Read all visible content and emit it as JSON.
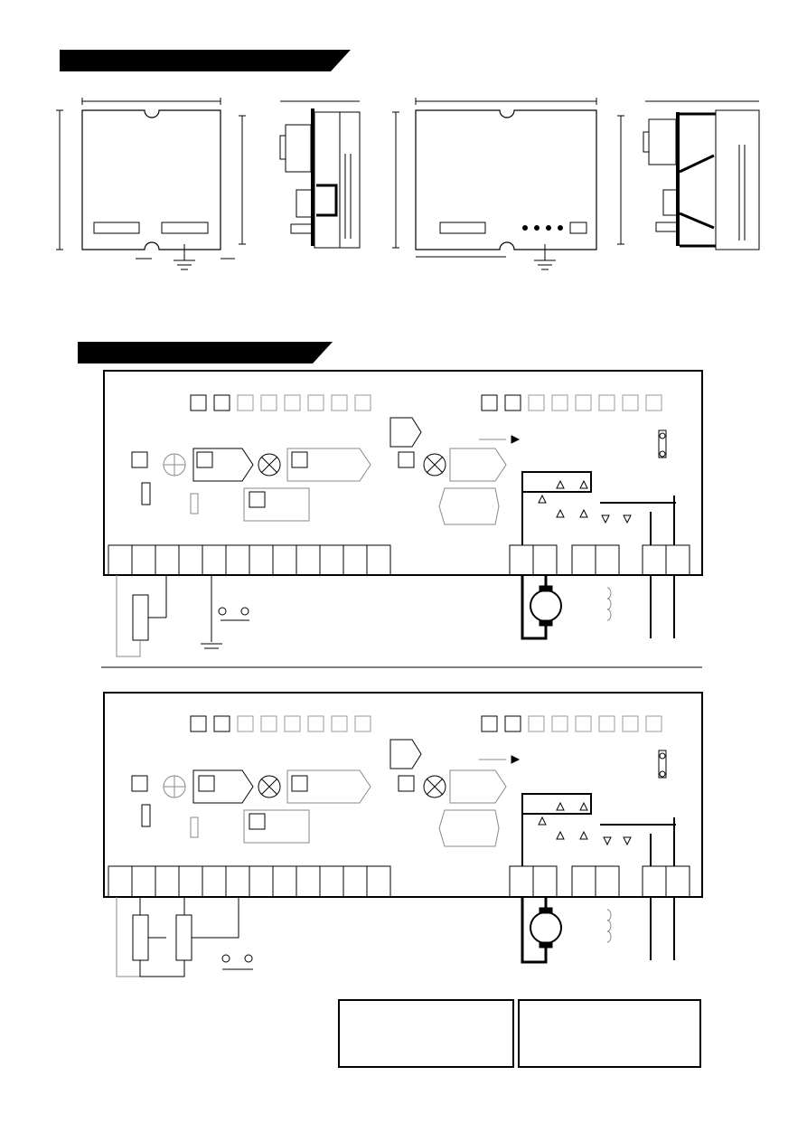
{
  "sections": {
    "dimensions": {
      "title": ""
    },
    "connections": {
      "title": ""
    }
  },
  "figures": {
    "dimension_views": [
      "front-view-small",
      "side-view-small",
      "front-view-large",
      "side-view-large"
    ],
    "wiring_diagrams": [
      "wiring-diagram-top",
      "wiring-diagram-bottom"
    ]
  },
  "notes": {
    "left": "",
    "right": ""
  },
  "colors": {
    "ink": "#000000",
    "light_line": "#888888",
    "page": "#ffffff"
  }
}
